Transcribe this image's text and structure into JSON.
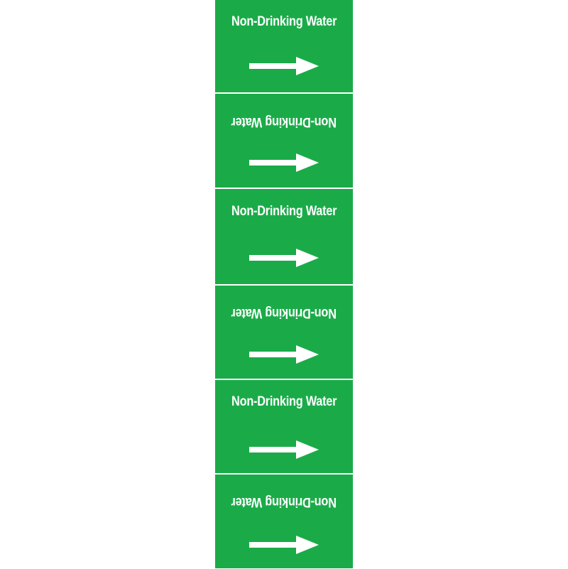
{
  "label": {
    "text": "Non-Drinking Water",
    "background_color": "#1aab48",
    "text_color": "#ffffff",
    "flow_direction": "right",
    "flow_icon": "arrow-right-icon"
  },
  "segments": [
    {
      "text": "Non-Drinking Water",
      "orientation": "upright"
    },
    {
      "text": "Non-Drinking Water",
      "orientation": "upside-down"
    },
    {
      "text": "Non-Drinking Water",
      "orientation": "upright"
    },
    {
      "text": "Non-Drinking Water",
      "orientation": "upside-down"
    },
    {
      "text": "Non-Drinking Water",
      "orientation": "upright"
    },
    {
      "text": "Non-Drinking Water",
      "orientation": "upside-down"
    }
  ]
}
